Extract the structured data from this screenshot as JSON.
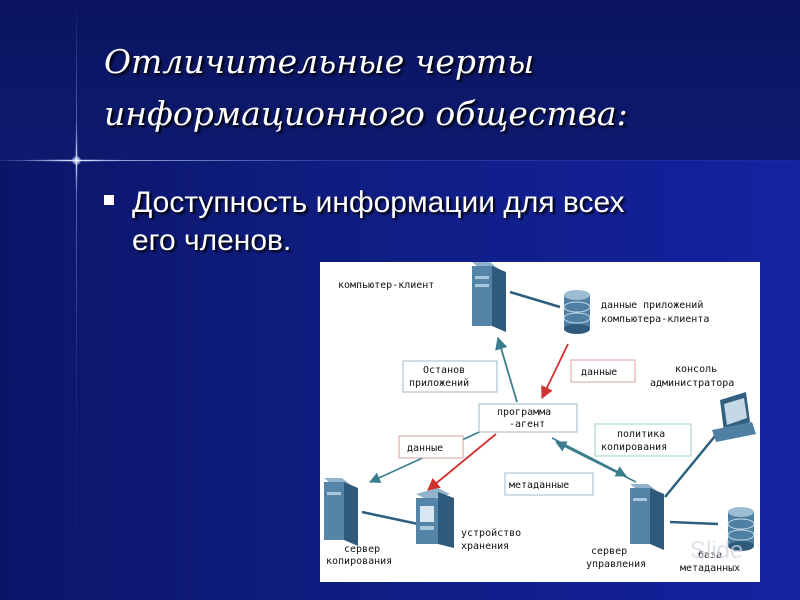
{
  "slide": {
    "title_line1": "Отличительные черты",
    "title_line2": "информационного общества:",
    "bullet_line1": "Доступность информации для всех",
    "bullet_line2": "его членов."
  },
  "diagram": {
    "nodes": {
      "client_computer": "компьютер-клиент",
      "client_data_line1": "данные приложений",
      "client_data_line2": "компьютера-клиента",
      "admin_console_line1": "консоль",
      "admin_console_line2": "администратора",
      "agent_line1": "программа",
      "agent_line2": "-агент",
      "backup_server_line1": "сервер",
      "backup_server_line2": "копирования",
      "storage_line1": "устройство",
      "storage_line2": "хранения",
      "mgmt_server_line1": "сервер",
      "mgmt_server_line2": "управления",
      "metadata_db_line1": "база",
      "metadata_db_line2": "метаданных"
    },
    "arrow_labels": {
      "app_stop_line1": "Останов",
      "app_stop_line2": "приложений",
      "data_top": "данные",
      "data_left": "данные",
      "copy_policy_line1": "политика",
      "copy_policy_line2": "копирования",
      "metadata": "метаданные"
    },
    "colors": {
      "red_arrow": "#d33030",
      "teal_arrow": "#3a7d8c",
      "device": "#3d6f94"
    }
  },
  "watermark": "Slide"
}
